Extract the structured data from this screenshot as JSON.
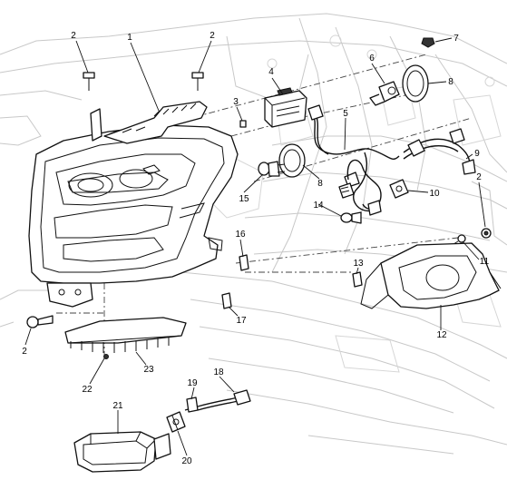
{
  "diagram": {
    "callouts": [
      {
        "id": "c1",
        "text": "1"
      },
      {
        "id": "c2a",
        "text": "2"
      },
      {
        "id": "c2b",
        "text": "2"
      },
      {
        "id": "c2c",
        "text": "2"
      },
      {
        "id": "c2d",
        "text": "2"
      },
      {
        "id": "c3",
        "text": "3"
      },
      {
        "id": "c4",
        "text": "4"
      },
      {
        "id": "c5",
        "text": "5"
      },
      {
        "id": "c6",
        "text": "6"
      },
      {
        "id": "c7",
        "text": "7"
      },
      {
        "id": "c8a",
        "text": "8"
      },
      {
        "id": "c8b",
        "text": "8"
      },
      {
        "id": "c9",
        "text": "9"
      },
      {
        "id": "c10",
        "text": "10"
      },
      {
        "id": "c11",
        "text": "11"
      },
      {
        "id": "c12",
        "text": "12"
      },
      {
        "id": "c13",
        "text": "13"
      },
      {
        "id": "c14",
        "text": "14"
      },
      {
        "id": "c15",
        "text": "15"
      },
      {
        "id": "c16",
        "text": "16"
      },
      {
        "id": "c17",
        "text": "17"
      },
      {
        "id": "c18",
        "text": "18"
      },
      {
        "id": "c19",
        "text": "19"
      },
      {
        "id": "c20",
        "text": "20"
      },
      {
        "id": "c21",
        "text": "21"
      },
      {
        "id": "c22",
        "text": "22"
      },
      {
        "id": "c23",
        "text": "23"
      }
    ]
  }
}
